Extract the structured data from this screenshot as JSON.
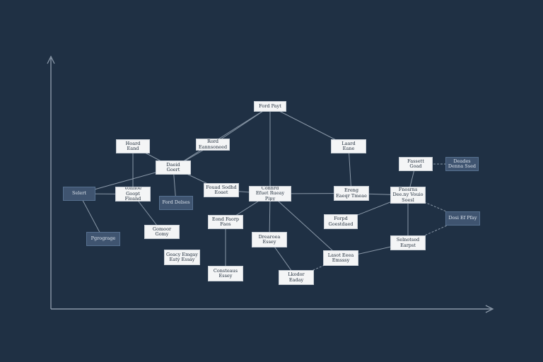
{
  "colors": {
    "background": "#1f3044",
    "edge": "#8a98a8",
    "axis": "#8a98a8",
    "node_light": "#f4f5f6",
    "node_dark": "#3f5470"
  },
  "nodes": [
    {
      "id": "top",
      "label": "Ford Payt",
      "style": "light"
    },
    {
      "id": "l1",
      "label": "Hoard\nEand",
      "style": "light"
    },
    {
      "id": "l2",
      "label": "Rord\nEannsoneed",
      "style": "light"
    },
    {
      "id": "r1",
      "label": "Laard\nEane",
      "style": "light"
    },
    {
      "id": "cl",
      "label": "Daeid\nGoert",
      "style": "light"
    },
    {
      "id": "select",
      "label": "Selert",
      "style": "dark"
    },
    {
      "id": "lm",
      "label": "Vonnoe\nGoopt Fleand",
      "style": "light"
    },
    {
      "id": "fordelses",
      "label": "Ford Delses",
      "style": "dark"
    },
    {
      "id": "pm",
      "label": "Fouad Sodhd\nEoaet",
      "style": "light"
    },
    {
      "id": "center",
      "label": "Connrd\nEfuet Rueay Pipy",
      "style": "light"
    },
    {
      "id": "rm",
      "label": "Ereng\nEaeqr Tmeae",
      "style": "light"
    },
    {
      "id": "fr",
      "label": "Fassett\nGoad",
      "style": "light"
    },
    {
      "id": "fr2",
      "label": "Deades\nDenna Ssed",
      "style": "dark"
    },
    {
      "id": "frm",
      "label": "Fnosrns\nDee.ny Vouio\nSoesl",
      "style": "light"
    },
    {
      "id": "pgrograge",
      "label": "Pgrograge",
      "style": "dark"
    },
    {
      "id": "ll",
      "label": "Gomoor\nGomy",
      "style": "light"
    },
    {
      "id": "mid2",
      "label": "Eond Faorp\nFaos",
      "style": "light"
    },
    {
      "id": "mid3",
      "label": "Drearoea\nEssey",
      "style": "light"
    },
    {
      "id": "rm2",
      "label": "Forpd\nGoestdaed",
      "style": "light"
    },
    {
      "id": "frm2",
      "label": "Selnotsed\nEarpst",
      "style": "light"
    },
    {
      "id": "far",
      "label": "Dosi Ef Pfay",
      "style": "dark"
    },
    {
      "id": "lb",
      "label": "Geacy Emgay\nEaty Essay",
      "style": "light"
    },
    {
      "id": "lb2",
      "label": "Consteaus\nEssey",
      "style": "light"
    },
    {
      "id": "rb",
      "label": "Lasot Eeea\nEmsssy",
      "style": "light"
    },
    {
      "id": "bottom",
      "label": "Lkodor\nEaday",
      "style": "light"
    }
  ],
  "edges": [
    {
      "from": "top",
      "to": "l2"
    },
    {
      "from": "top",
      "to": "r1"
    },
    {
      "from": "top",
      "to": "center"
    },
    {
      "from": "top",
      "to": "cl"
    },
    {
      "from": "l1",
      "to": "cl"
    },
    {
      "from": "l1",
      "to": "lm"
    },
    {
      "from": "l2",
      "to": "cl"
    },
    {
      "from": "cl",
      "to": "select"
    },
    {
      "from": "cl",
      "to": "fordelses"
    },
    {
      "from": "cl",
      "to": "pm"
    },
    {
      "from": "select",
      "to": "lm"
    },
    {
      "from": "select",
      "to": "pgrograge"
    },
    {
      "from": "lm",
      "to": "ll"
    },
    {
      "from": "pm",
      "to": "center"
    },
    {
      "from": "center",
      "to": "rm"
    },
    {
      "from": "center",
      "to": "mid2"
    },
    {
      "from": "center",
      "to": "mid3"
    },
    {
      "from": "center",
      "to": "rb"
    },
    {
      "from": "r1",
      "to": "rm"
    },
    {
      "from": "rm",
      "to": "frm"
    },
    {
      "from": "fr",
      "to": "frm"
    },
    {
      "from": "frm",
      "to": "rm2"
    },
    {
      "from": "frm",
      "to": "frm2"
    },
    {
      "from": "fr",
      "to": "fr2",
      "dashed": true
    },
    {
      "from": "frm",
      "to": "far",
      "dashed": true
    },
    {
      "from": "far",
      "to": "frm2",
      "dashed": true
    },
    {
      "from": "frm2",
      "to": "rb"
    },
    {
      "from": "rb",
      "to": "bottom",
      "dashed": true
    },
    {
      "from": "mid2",
      "to": "lb2"
    },
    {
      "from": "mid3",
      "to": "bottom"
    }
  ]
}
